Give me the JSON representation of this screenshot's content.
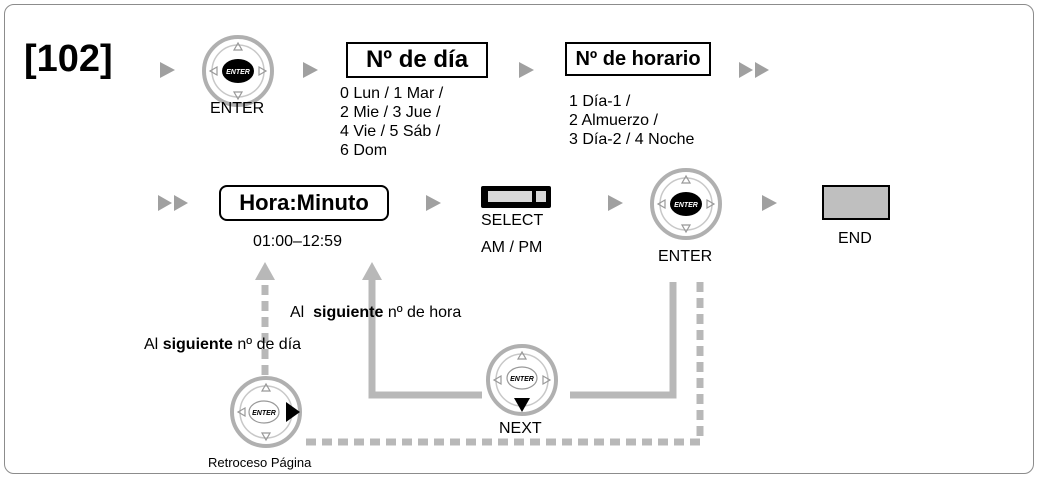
{
  "program_code": "[102]",
  "step_boxes": {
    "day_number": "Nº de día",
    "schedule_number": "Nº de horario",
    "hour_minute": "Hora:Minuto"
  },
  "dial_center_label": "ENTER",
  "labels": {
    "enter_1": "ENTER",
    "enter_2": "ENTER",
    "select": "SELECT",
    "am_pm": "AM / PM",
    "end": "END",
    "next": "NEXT",
    "time_range": "01:00–12:59",
    "back_page": "Retroceso Página"
  },
  "day_options": [
    "0 Lun / 1 Mar /",
    "2 Mie / 3 Jue /",
    "4 Vie / 5 Sáb /",
    "6 Dom"
  ],
  "schedule_options": [
    "1 Día-1 /",
    "2 Almuerzo /",
    "3 Día-2 / 4 Noche"
  ],
  "loop_labels": {
    "next_hour_prefix": "Al",
    "next_hour_bold": "siguiente",
    "next_hour_suffix": "nº de hora",
    "next_day_prefix": "Al",
    "next_day_bold": "siguiente",
    "next_day_suffix": "nº de día"
  },
  "colors": {
    "arrow": "#a0a0a0",
    "loop_line": "#b8b8b8",
    "dial_ring": "#b0b0b0",
    "end_button_fill": "#bfbfbf",
    "frame_border": "#8c8c8c"
  }
}
